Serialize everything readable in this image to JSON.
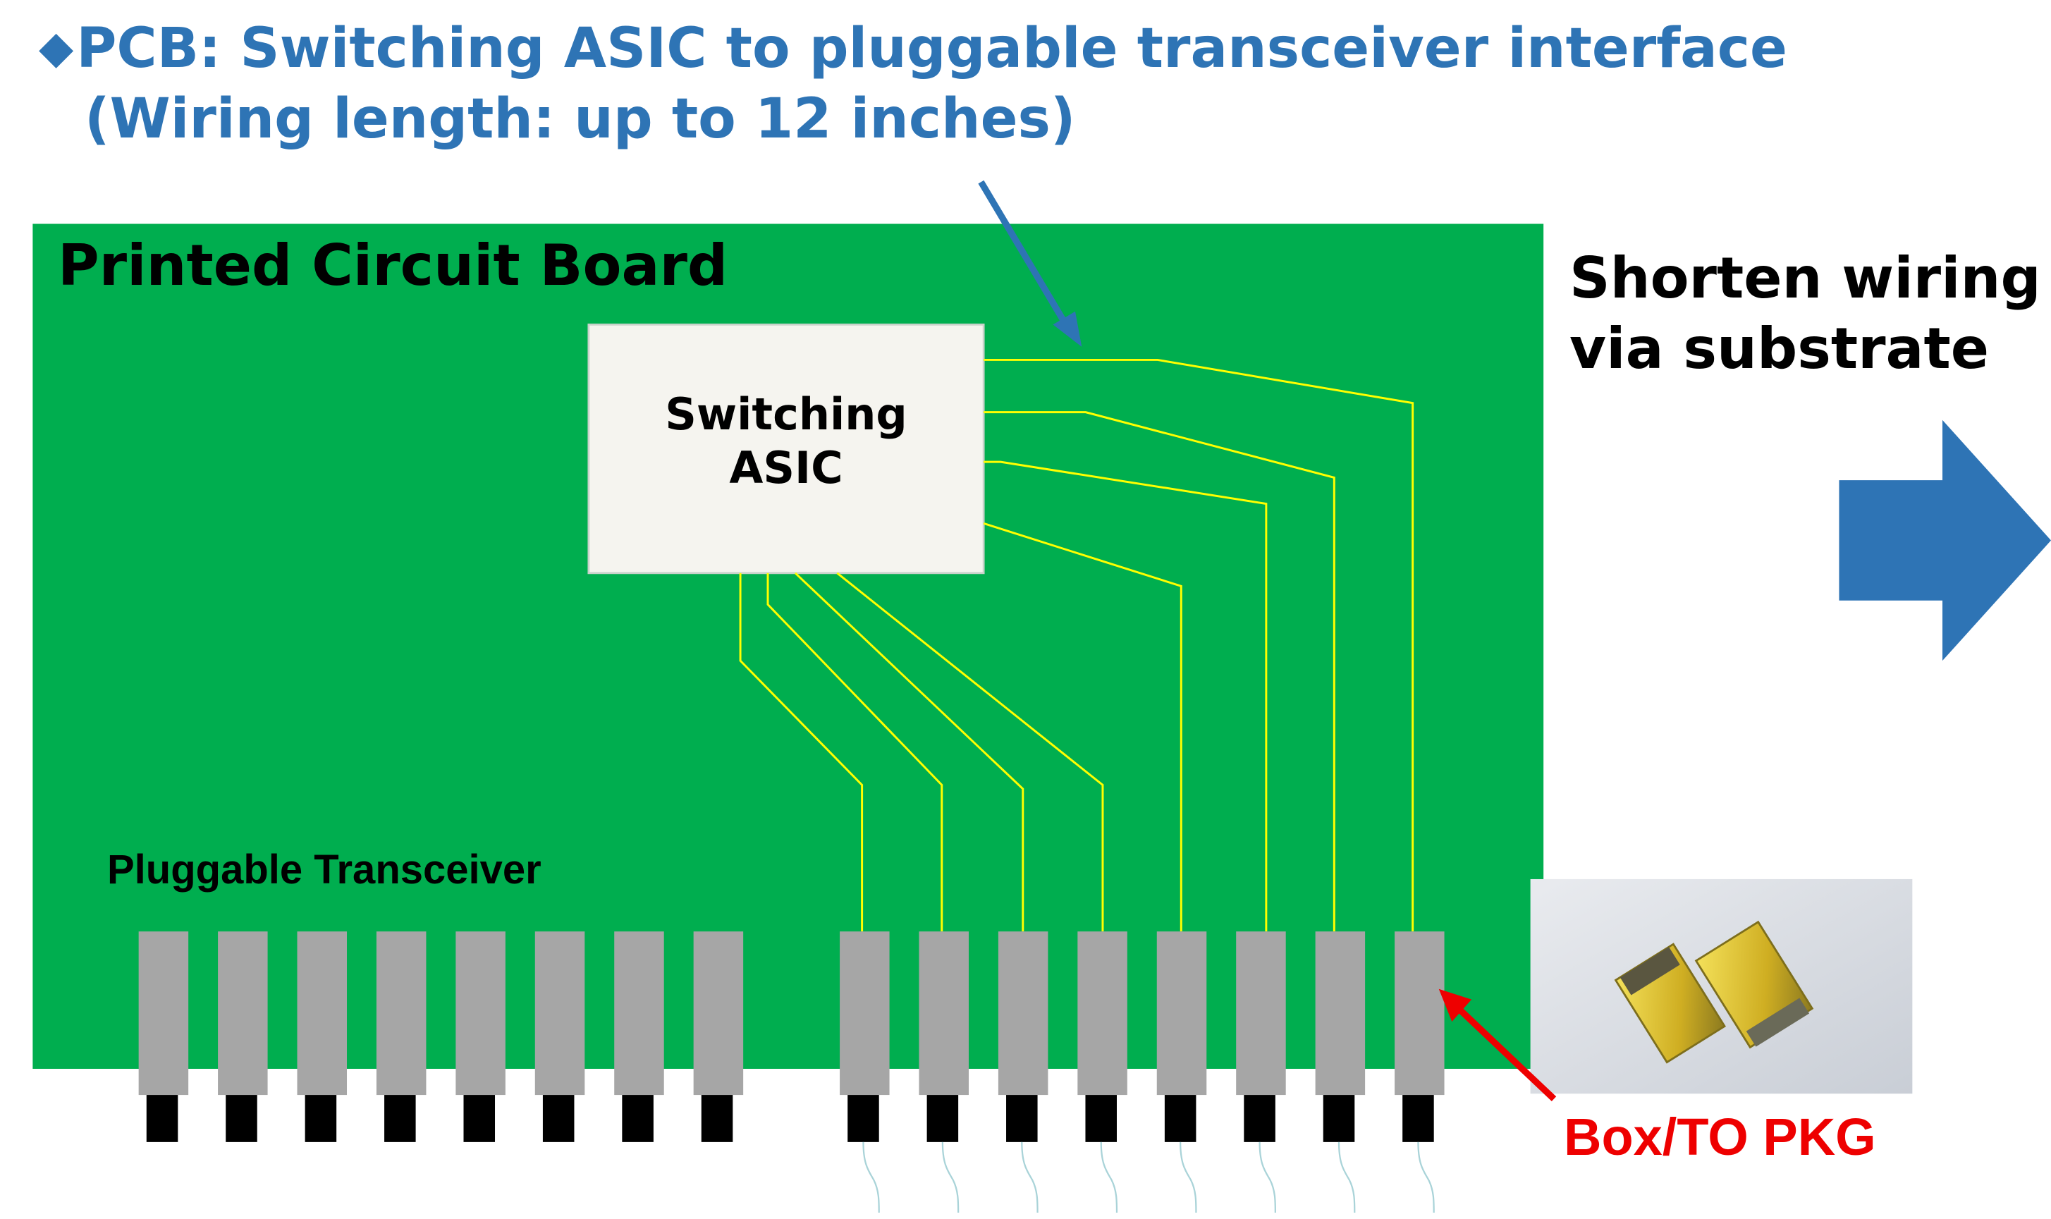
{
  "title": {
    "bullet_icon": "diamond-bullet-icon",
    "line1": "PCB: Switching ASIC to pluggable transceiver interface",
    "line2": "(Wiring length: up to 12 inches)"
  },
  "board": {
    "label": "Printed Circuit Board",
    "color": "#00ae4f",
    "asic_label_line1": "Switching",
    "asic_label_line2": "ASIC",
    "trace_color": "#ffff00",
    "transceiver_label": "Pluggable Transceiver",
    "transceiver_count_left_group": 8,
    "transceiver_count_right_group": 8,
    "transceiver_body_color": "#a6a6a6",
    "transceiver_plug_color": "#000000",
    "fiber_color": "#a9d3d8"
  },
  "side_note": {
    "line1": "Shorten wiring",
    "line2": "via substrate",
    "arrow_color": "#2e74b5"
  },
  "package": {
    "label": "Box/TO PKG",
    "label_color": "#ee0000",
    "photo_icon": "box-to-package-photo"
  },
  "colors": {
    "title": "#2e74b5",
    "callout_arrow": "#2e74b5",
    "pointer_arrow": "#ee0000"
  }
}
